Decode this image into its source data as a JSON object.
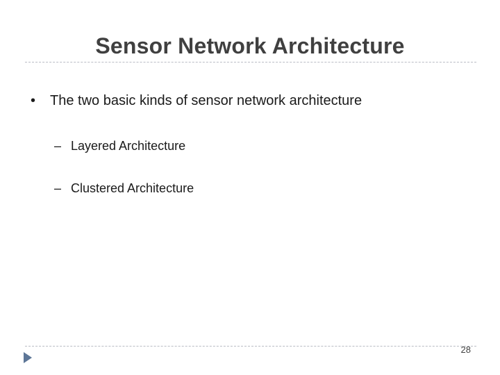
{
  "slide": {
    "title": "Sensor Network Architecture",
    "bullets": [
      {
        "marker": "•",
        "text": "The two basic kinds of sensor network architecture",
        "sub_items": [
          {
            "marker": "–",
            "text": "Layered Architecture"
          },
          {
            "marker": "–",
            "text": "Clustered Architecture"
          }
        ]
      }
    ],
    "page_number": "28"
  },
  "colors": {
    "title": "#404040",
    "body_text": "#1a1a1a",
    "rule": "#b9bcc4",
    "nav_arrow": "#5d7697"
  },
  "icons": {
    "nav": "play-triangle-icon"
  }
}
